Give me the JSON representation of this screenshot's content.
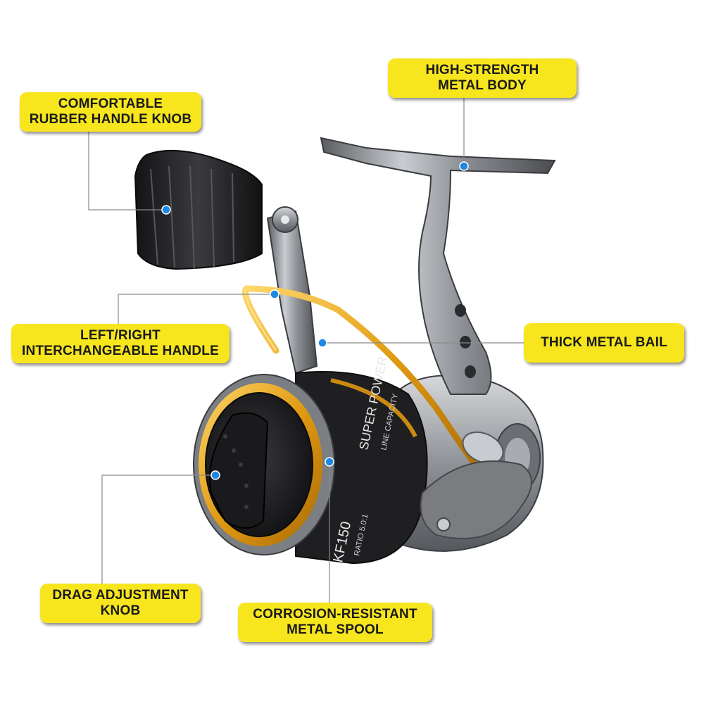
{
  "callouts": {
    "knob": {
      "line1": "COMFORTABLE",
      "line2": "RUBBER HANDLE KNOB"
    },
    "body": {
      "line1": "HIGH-STRENGTH",
      "line2": "METAL BODY"
    },
    "handle": {
      "line1": "LEFT/RIGHT",
      "line2": "INTERCHANGEABLE HANDLE"
    },
    "bail": {
      "line1": "THICK METAL BAIL"
    },
    "drag": {
      "line1": "DRAG ADJUSTMENT",
      "line2": "KNOB"
    },
    "spool": {
      "line1": "CORROSION-RESISTANT",
      "line2": "METAL SPOOL"
    }
  },
  "spool_print": {
    "brand": "SUPER POWER",
    "capacity": "LINE CAPACITY",
    "model": "KF150",
    "ratio": "RATIO 5.0:1"
  },
  "colors": {
    "label_fill": "#f7e61e",
    "pointer_dot": "#1e88e5",
    "leader_line": "#8a8a8a",
    "bail_gold": "#e0a21a",
    "reel_black": "#1c1c1e"
  }
}
